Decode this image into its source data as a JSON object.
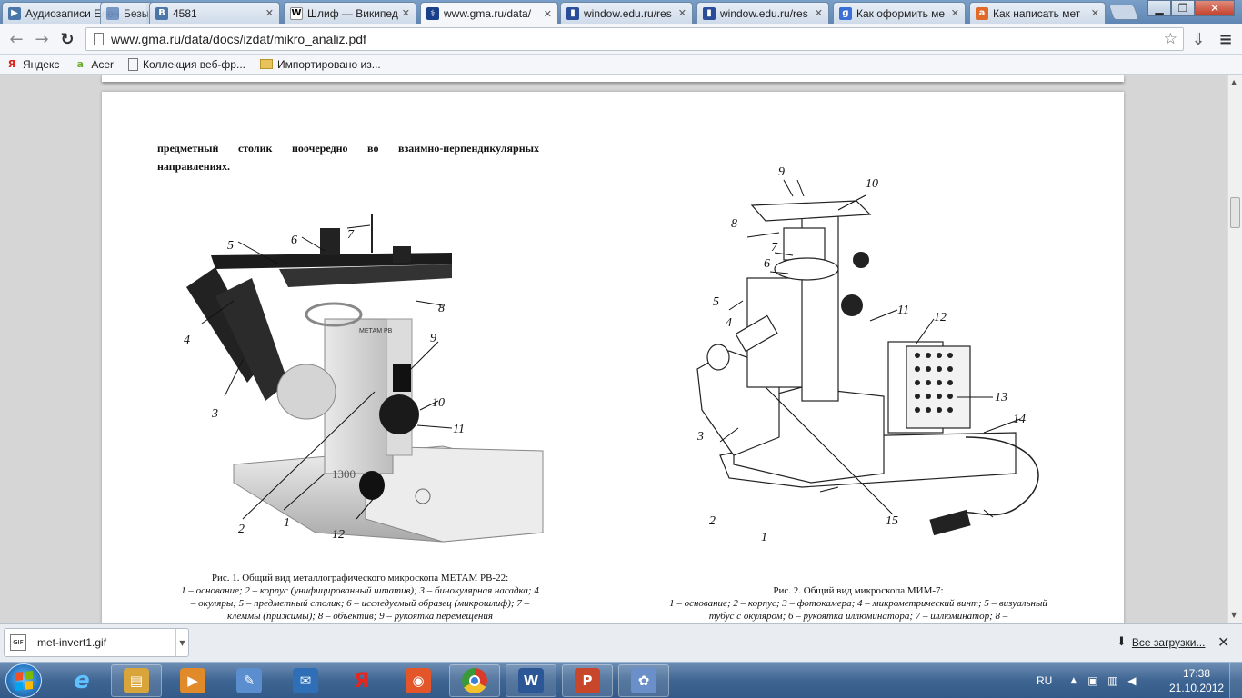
{
  "tabs": [
    {
      "title": "Аудиозаписи Елен",
      "icon": "vk-icon",
      "color": "#4a76a8",
      "glyph": "▶"
    },
    {
      "title": "Безымянный - Paint",
      "icon": "paint-icon",
      "color": "#6b8fbf",
      "glyph": ""
    },
    {
      "title": "4581",
      "icon": "vk-icon",
      "color": "#4a76a8",
      "glyph": "B"
    },
    {
      "title": "Шлиф — Википед",
      "icon": "wikipedia-icon",
      "color": "#ffffff",
      "glyph": "W"
    },
    {
      "title": "www.gma.ru/data/",
      "icon": "gma-icon",
      "color": "#1a3f8a",
      "glyph": "⚕"
    },
    {
      "title": "window.edu.ru/res",
      "icon": "edu-book-icon",
      "color": "#2a4d9a",
      "glyph": "▮"
    },
    {
      "title": "window.edu.ru/res",
      "icon": "edu-book-icon",
      "color": "#2a4d9a",
      "glyph": "▮"
    },
    {
      "title": "Как оформить ме",
      "icon": "google-icon",
      "color": "#3b6fd8",
      "glyph": "g"
    },
    {
      "title": "Как написать мет",
      "icon": "answer-icon",
      "color": "#e06a2a",
      "glyph": "a"
    }
  ],
  "address": {
    "url": "www.gma.ru/data/docs/izdat/mikro_analiz.pdf"
  },
  "bookmarks": [
    {
      "label": "Яндекс",
      "icon": "yandex-icon"
    },
    {
      "label": "Acer",
      "icon": "acer-icon"
    },
    {
      "label": "Коллекция веб-фр...",
      "icon": "page-icon"
    },
    {
      "label": "Импортировано из...",
      "icon": "folder-icon"
    }
  ],
  "pdf": {
    "intro": "предметный столик поочередно во взаимно-перпендикулярных направлениях.",
    "fig1": {
      "title": "Рис. 1. Общий вид металлографического микроскопа МЕТАМ РВ-22:",
      "body": "1 – основание; 2 – корпус (унифицированный штатив); 3 – бинокулярная насадка; 4 – окуляры; 5 – предметный столик; 6 – исследуемый образец (микрошлиф); 7 – клеммы (прижимы); 8 – объектив; 9 – рукоятка перемещения",
      "labels": [
        "1",
        "2",
        "3",
        "4",
        "5",
        "6",
        "7",
        "8",
        "9",
        "10",
        "11",
        "12"
      ],
      "stamp": "1300",
      "badge": "МЕТАМ РВ"
    },
    "fig2": {
      "title": "Рис. 2. Общий вид микроскопа МИМ-7:",
      "body": "1 – основание; 2 – корпус; 3 – фотокамера; 4 – микрометрический винт; 5 – визуальный тубус с окуляром; 6 – рукоятка иллюминатора; 7 – иллюминатор; 8 –",
      "labels": [
        "1",
        "2",
        "3",
        "4",
        "5",
        "6",
        "7",
        "8",
        "9",
        "10",
        "11",
        "12",
        "13",
        "14",
        "15"
      ]
    }
  },
  "download": {
    "file": "met-invert1.gif",
    "all_label": "Все загрузки..."
  },
  "taskbar": {
    "lang": "RU",
    "time": "17:38",
    "date": "21.10.2012",
    "apps": [
      {
        "name": "ie-icon",
        "color": "#2a8ad8",
        "glyph": "e"
      },
      {
        "name": "explorer-icon",
        "color": "#d9a53a",
        "glyph": "▤"
      },
      {
        "name": "media-player-icon",
        "color": "#e08a2a",
        "glyph": "▶"
      },
      {
        "name": "paint-tool-icon",
        "color": "#5b8ecf",
        "glyph": "✎"
      },
      {
        "name": "mail-icon",
        "color": "#2f6fb8",
        "glyph": "✉"
      },
      {
        "name": "yandex-browser-icon",
        "color": "#d9251c",
        "glyph": "Я"
      },
      {
        "name": "camera-app-icon",
        "color": "#e2562a",
        "glyph": "◉"
      },
      {
        "name": "chrome-icon",
        "color": "#d93a2a",
        "glyph": "◎"
      },
      {
        "name": "word-icon",
        "color": "#2b5797",
        "glyph": "W"
      },
      {
        "name": "powerpoint-icon",
        "color": "#c8462a",
        "glyph": "P"
      },
      {
        "name": "paint-palette-icon",
        "color": "#6a8fc9",
        "glyph": "✿"
      }
    ]
  }
}
